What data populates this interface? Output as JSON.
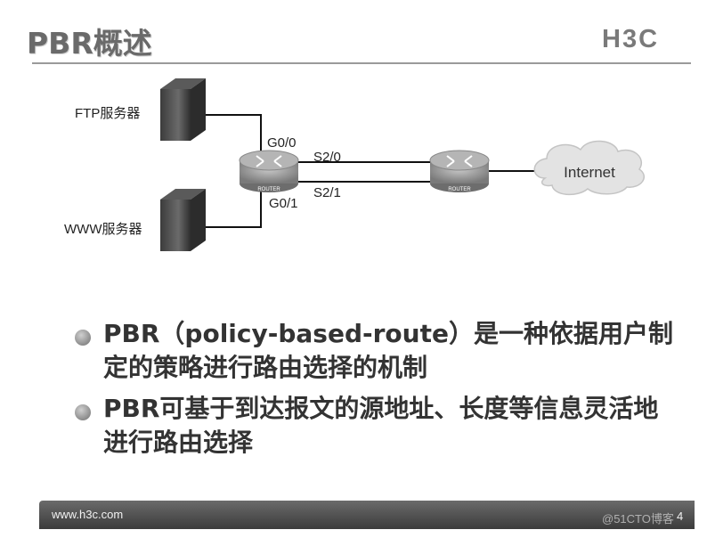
{
  "slide": {
    "title": "PBR概述",
    "brand": "H3C",
    "page_number": "4",
    "footer_url": "www.h3c.com",
    "watermark": "@51CTO博客"
  },
  "diagram": {
    "ftp_label": "FTP服务器",
    "www_label": "WWW服务器",
    "if_g00": "G0/0",
    "if_g01": "G0/1",
    "if_s20": "S2/0",
    "if_s21": "S2/1",
    "router_left_text": "ROUTER",
    "router_right_text": "ROUTER",
    "cloud_label": "Internet"
  },
  "bullets": [
    "PBR（policy-based-route）是一种依据用户制定的策略进行路由选择的机制",
    "PBR可基于到达报文的源地址、长度等信息灵活地进行路由选择"
  ],
  "colors": {
    "title": "#6a6a6a",
    "router": "#8a8a8a",
    "footer": "#4a4a4a"
  }
}
